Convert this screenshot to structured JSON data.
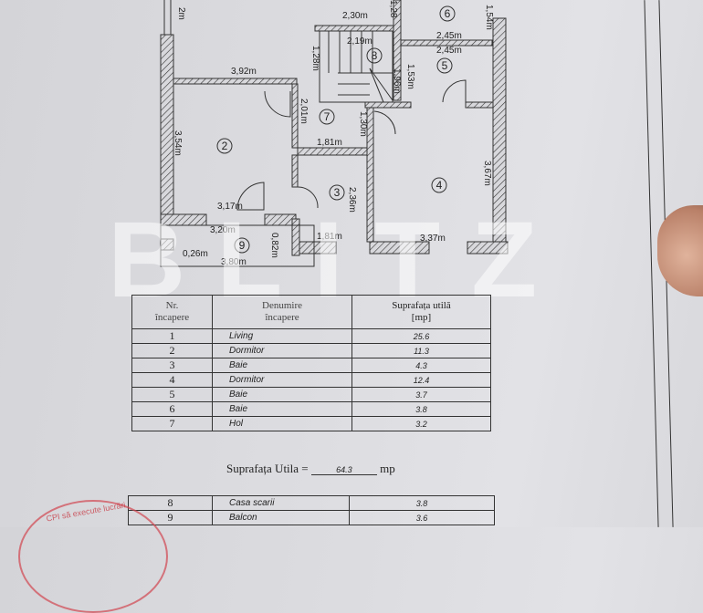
{
  "plan": {
    "rooms": [
      "2",
      "3",
      "4",
      "5",
      "6",
      "7",
      "8",
      "9"
    ],
    "dimensions": {
      "top_left": "2m",
      "d230": "2,30m",
      "d128a": "1,28",
      "d219": "2,19m",
      "d128b": "1,28m",
      "d245a": "2,45m",
      "d245b": "2,45m",
      "d154": "1,54m",
      "d392": "3,92m",
      "d196": "1,96m",
      "d153": "1,53m",
      "d201": "2,01m",
      "d130": "1,30m",
      "d354": "3,54m",
      "d181a": "1,81m",
      "d367": "3,67m",
      "d236": "2,36m",
      "d317": "3,17m",
      "d320": "3,20m",
      "d082": "0,82m",
      "d181b": "1,81m",
      "d337": "3,37m",
      "d026": "0,26m",
      "d380": "3,80m"
    }
  },
  "table1": {
    "headers": {
      "nr": [
        "Nr.",
        "încapere"
      ],
      "name": [
        "Denumire",
        "încapere"
      ],
      "area": [
        "Suprafața utilă",
        "[mp]"
      ]
    },
    "rows": [
      {
        "nr": "1",
        "name": "Living",
        "area": "25.6"
      },
      {
        "nr": "2",
        "name": "Dormitor",
        "area": "11.3"
      },
      {
        "nr": "3",
        "name": "Baie",
        "area": "4.3"
      },
      {
        "nr": "4",
        "name": "Dormitor",
        "area": "12.4"
      },
      {
        "nr": "5",
        "name": "Baie",
        "area": "3.7"
      },
      {
        "nr": "6",
        "name": "Baie",
        "area": "3.8"
      },
      {
        "nr": "7",
        "name": "Hol",
        "area": "3.2"
      }
    ]
  },
  "total": {
    "label": "Suprafața Utila =",
    "value": "64.3",
    "unit": "mp"
  },
  "table2": {
    "rows": [
      {
        "nr": "8",
        "name": "Casa scarii",
        "area": "3.8"
      },
      {
        "nr": "9",
        "name": "Balcon",
        "area": "3.6"
      }
    ]
  },
  "stamp": {
    "text": "CPI să execute lucrări"
  },
  "watermark": "BLITZ",
  "colors": {
    "paper": "#dcdce0",
    "ink": "#222222",
    "stamp": "#d24650"
  }
}
